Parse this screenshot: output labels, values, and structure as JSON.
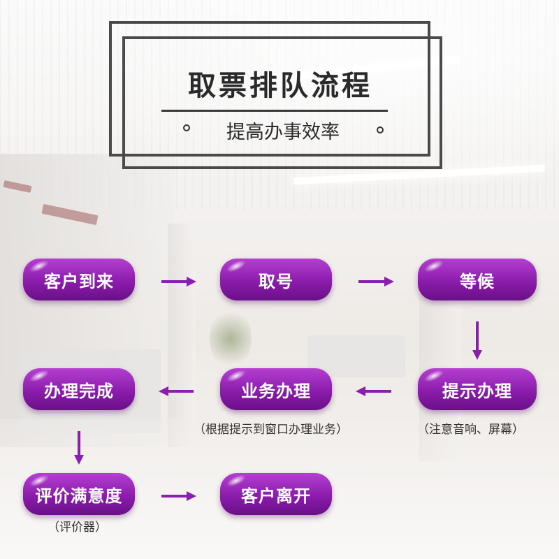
{
  "header": {
    "title": "取票排队流程",
    "subtitle": "提高办事效率"
  },
  "steps": [
    {
      "id": "arrive",
      "label": "客户到来"
    },
    {
      "id": "take-number",
      "label": "取号"
    },
    {
      "id": "wait",
      "label": "等候"
    },
    {
      "id": "prompt",
      "label": "提示办理"
    },
    {
      "id": "business",
      "label": "业务办理"
    },
    {
      "id": "complete",
      "label": "办理完成"
    },
    {
      "id": "evaluate",
      "label": "评价满意度"
    },
    {
      "id": "leave",
      "label": "客户离开"
    }
  ],
  "notes": {
    "business": "（根据提示到窗口办理业务）",
    "prompt": "（注意音响、屏幕）",
    "evaluate": "（评价器）"
  },
  "colors": {
    "pill_top": "#b43fd0",
    "pill_bottom": "#6a0f88",
    "arrow": "#8a1fae",
    "frame": "#4a4a4a"
  },
  "connections": [
    [
      "arrive",
      "take-number"
    ],
    [
      "take-number",
      "wait"
    ],
    [
      "wait",
      "prompt"
    ],
    [
      "prompt",
      "business"
    ],
    [
      "business",
      "complete"
    ],
    [
      "complete",
      "evaluate"
    ],
    [
      "evaluate",
      "leave"
    ]
  ]
}
